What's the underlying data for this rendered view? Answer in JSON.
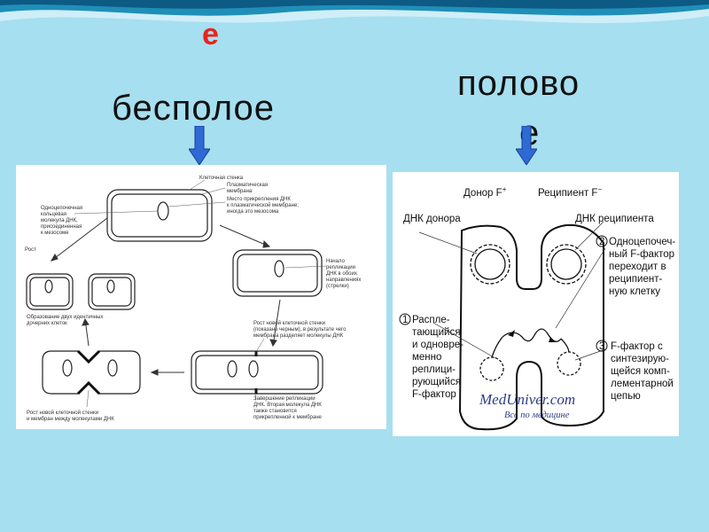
{
  "titles": {
    "asexual_part2": "е",
    "asexual_part1": "бесполое",
    "sexual_part1": "полово",
    "sexual_part2": "е"
  },
  "colors": {
    "background": "#a6dff0",
    "accent_red": "#e8231b",
    "arrow_blue": "#2d6ad6"
  },
  "left_diagram": {
    "labels": {
      "cell_wall": "Клеточная стенка",
      "membrane1": "Плазматическая",
      "membrane2": "мембрана",
      "attach1": "Место прикрепления ДНК",
      "attach2": "к плазматической мембране;",
      "attach3": "иногда это мезосома",
      "dna1": "Одноцепочечная",
      "dna2": "кольцевая",
      "dna3": "молекула ДНК,",
      "dna4": "присоединенная",
      "dna5": "к мезосоме",
      "growth": "Рост",
      "rep1": "Начало",
      "rep2": "репликации",
      "rep3": "ДНК в обоих",
      "rep4": "направлениях",
      "rep5": "(стрелки)",
      "two1": "Образование двух идентичных",
      "two2": "дочерних клеток",
      "wall1": "Рост новой клеточной стенки",
      "wall2": "(показано черным), в результате чего",
      "wall3": "мембрана разделяет молекулы ДНК",
      "end1": "Завершение репликации",
      "end2": "ДНК. Вторая молекула ДНК",
      "end3": "также становится",
      "end4": "прикрепленной к мембране",
      "grow1": "Рост новой клеточной стенки",
      "grow2": "и мембран между молекулами ДНК"
    }
  },
  "right_diagram": {
    "labels": {
      "donor": "Донор F",
      "donor_sup": "+",
      "recipient": "Реципиент F",
      "recipient_sup": "−",
      "donor_dna": "ДНК донора",
      "recipient_dna": "ДНК реципиента",
      "step1": "1",
      "step2": "2",
      "step3": "3",
      "s2_1": "Одноцепочеч-",
      "s2_2": "ный F-фактор",
      "s2_3": "переходит в",
      "s2_4": "реципиент-",
      "s2_5": "ную клетку",
      "s1_1": "Распле-",
      "s1_2": "тающийся",
      "s1_3": "и одновре-",
      "s1_4": "менно",
      "s1_5": "реплици-",
      "s1_6": "рующийся",
      "s1_7": "F-фактор",
      "s3_1": "F-фактор  с",
      "s3_2": "синтезирую-",
      "s3_3": "щейся комп-",
      "s3_4": "лементарной",
      "s3_5": "цепью",
      "watermark1": "MedUniver.com",
      "watermark2": "Все по медицине"
    }
  }
}
